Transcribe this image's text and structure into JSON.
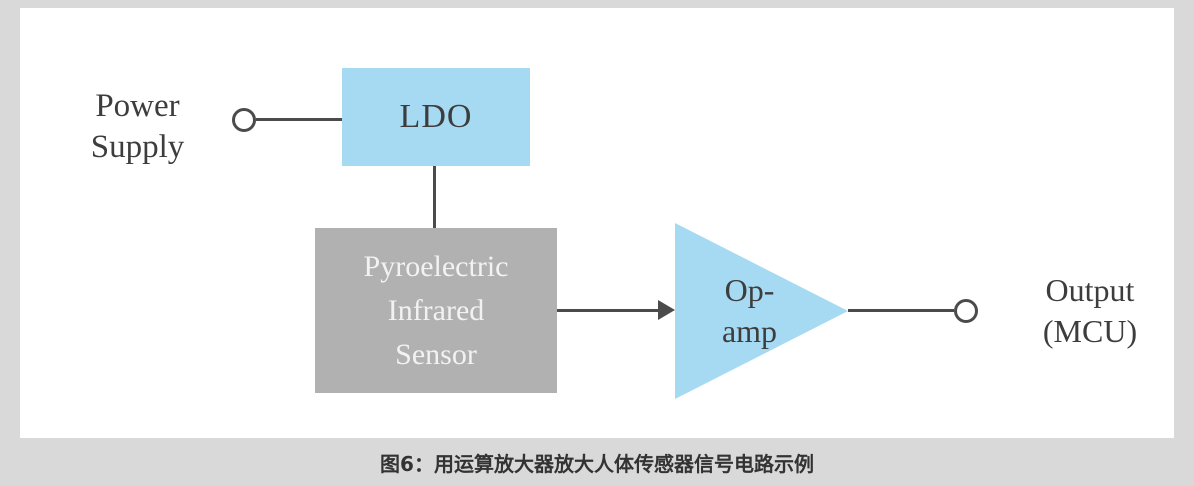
{
  "caption": "图6：用运算放大器放大人体传感器信号电路示例",
  "diagram": {
    "power_supply_label": "Power\nSupply",
    "ldo_label": "LDO",
    "sensor_label": "Pyroelectric\nInfrared\nSensor",
    "opamp_label": "Op-\namp",
    "output_label": "Output\n(MCU)"
  },
  "icons": {
    "power_terminal": "open-circle-terminal",
    "output_terminal": "open-circle-terminal",
    "signal_arrow": "right-arrowhead",
    "opamp_symbol": "right-pointing-triangle"
  },
  "colors": {
    "block-blue": "#a6d9f2",
    "block-gray": "#b1b1b1",
    "line-dark": "#4b4b4b",
    "label-dark": "#3d3d3d",
    "sensor-text": "#f2f2f2",
    "caption-text": "#333333",
    "page-bg": "#d9d9d9",
    "card-bg": "#ffffff"
  }
}
